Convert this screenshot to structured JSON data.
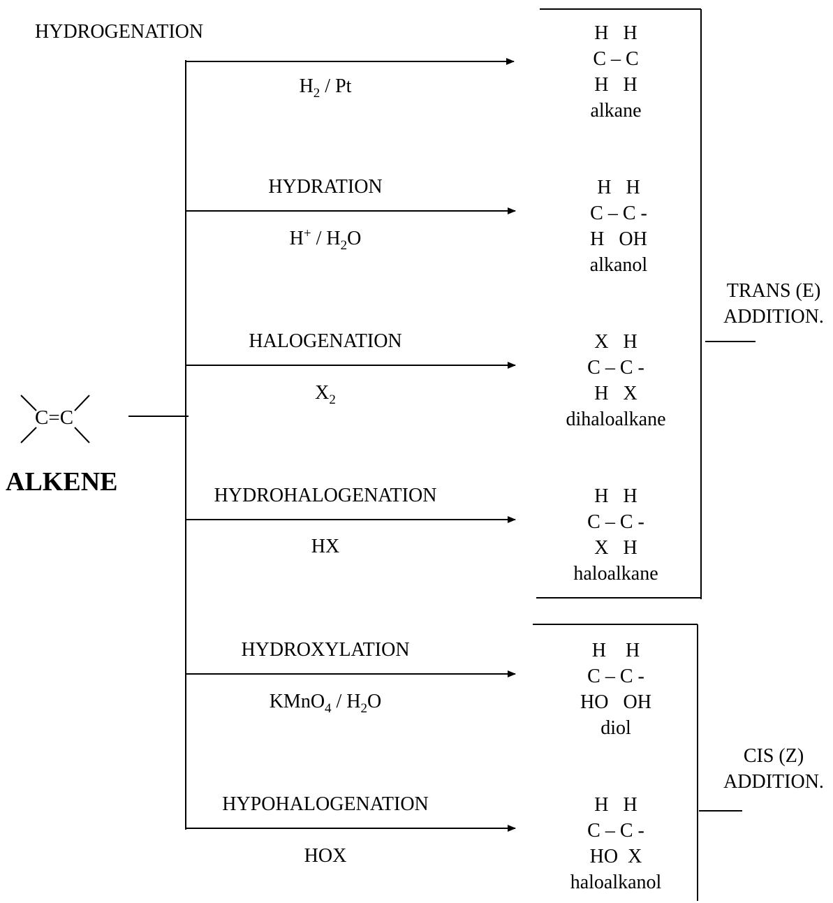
{
  "alkene": {
    "formula": "C=C",
    "label": "ALKENE"
  },
  "reactions": [
    {
      "name": "HYDROGENATION",
      "reagent": [
        "H",
        "2",
        " / Pt"
      ],
      "product": {
        "top": "H   H",
        "middle": "C – C",
        "bottom": "H   H",
        "name": "alkane"
      }
    },
    {
      "name": "HYDRATION",
      "reagent": [
        "H",
        "+",
        " / H",
        "2",
        "O"
      ],
      "product": {
        "top": "H   H",
        "middle": "C – C -",
        "bottom": "H   OH",
        "name": "alkanol"
      }
    },
    {
      "name": "HALOGENATION",
      "reagent": [
        "X",
        "2"
      ],
      "product": {
        "top": "X   H",
        "middle": "C – C -",
        "bottom": "H   X",
        "name": "dihaloalkane"
      }
    },
    {
      "name": "HYDROHALOGENATION",
      "reagent": [
        "HX"
      ],
      "product": {
        "top": "H   H",
        "middle": "C – C -",
        "bottom": "X   H",
        "name": "haloalkane"
      }
    },
    {
      "name": "HYDROXYLATION",
      "reagent": [
        "KMnO",
        "4",
        " / H",
        "2",
        "O"
      ],
      "product": {
        "top": "H    H",
        "middle": "C – C -",
        "bottom": "HO   OH",
        "name": "diol"
      }
    },
    {
      "name": "HYPOHALOGENATION",
      "reagent": [
        "HOX"
      ],
      "product": {
        "top": "H   H",
        "middle": "C – C -",
        "bottom": "HO  X",
        "name": "haloalkanol"
      }
    }
  ],
  "groups": {
    "trans": {
      "line1": "TRANS (E)",
      "line2": "ADDITION."
    },
    "cis": {
      "line1": "CIS (Z)",
      "line2": "ADDITION."
    }
  }
}
